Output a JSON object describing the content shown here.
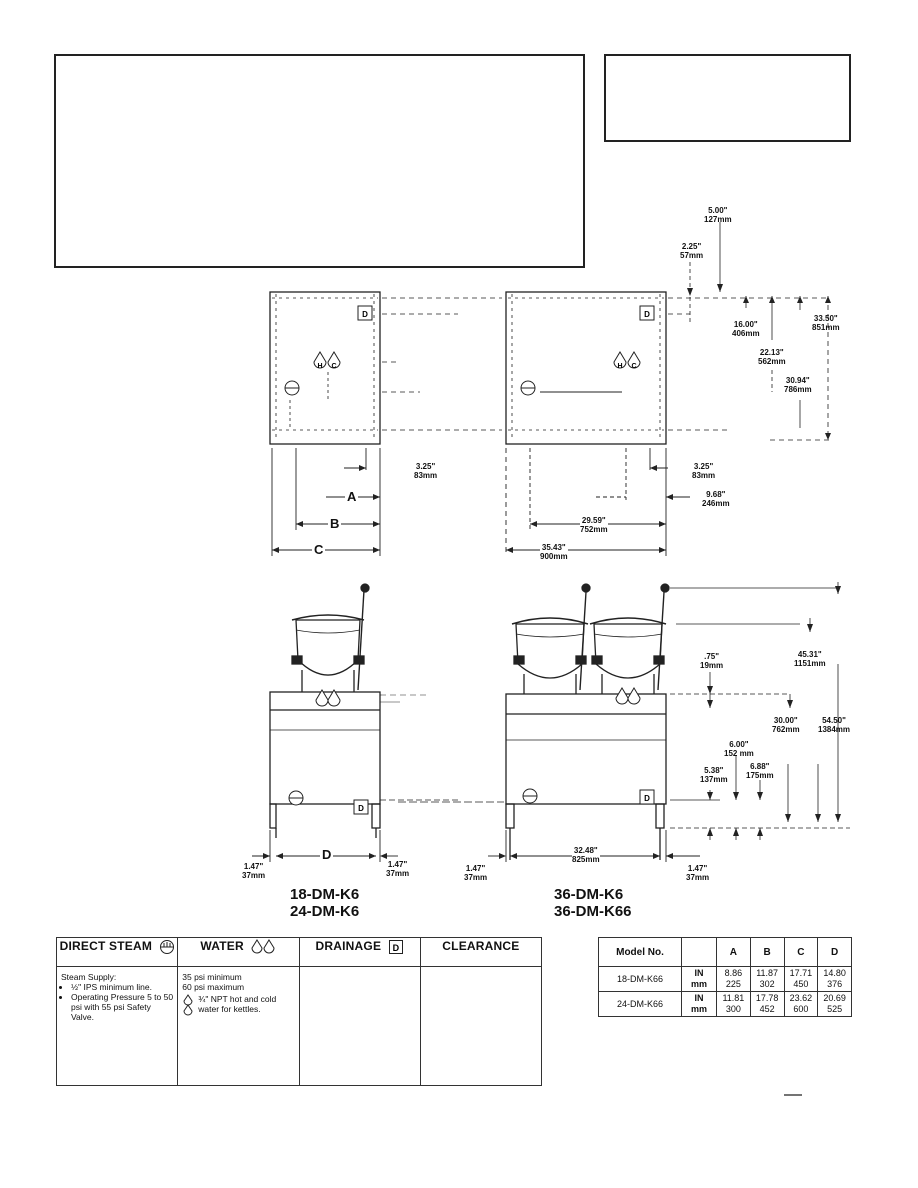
{
  "page": {
    "dimensions_top": {
      "top_5": {
        "in": "5.00\"",
        "mm": "127mm"
      },
      "top_2": {
        "in": "2.25\"",
        "mm": "57mm"
      },
      "top_16": {
        "in": "16.00\"",
        "mm": "406mm"
      },
      "top_33": {
        "in": "33.50\"",
        "mm": "851mm"
      },
      "top_22": {
        "in": "22.13\"",
        "mm": "562mm"
      },
      "top_30": {
        "in": "30.94\"",
        "mm": "786mm"
      },
      "left_325": {
        "in": "3.25\"",
        "mm": "83mm"
      },
      "right_325": {
        "in": "3.25\"",
        "mm": "83mm"
      },
      "right_968": {
        "in": "9.68\"",
        "mm": "246mm"
      },
      "right_2959": {
        "in": "29.59\"",
        "mm": "752mm"
      },
      "right_3543": {
        "in": "35.43\"",
        "mm": "900mm"
      }
    },
    "dimensions_bottom": {
      "d_075": {
        "in": ".75\"",
        "mm": "19mm"
      },
      "d_4531": {
        "in": "45.31\"",
        "mm": "1151mm"
      },
      "d_3000": {
        "in": "30.00\"",
        "mm": "762mm"
      },
      "d_5450": {
        "in": "54.50\"",
        "mm": "1384mm"
      },
      "d_600": {
        "in": "6.00\"",
        "mm": "152 mm"
      },
      "d_538": {
        "in": "5.38\"",
        "mm": "137mm"
      },
      "d_688": {
        "in": "6.88\"",
        "mm": "175mm"
      },
      "d_3248": {
        "in": "32.48\"",
        "mm": "825mm"
      },
      "foot_1": {
        "in": "1.47\"",
        "mm": "37mm"
      },
      "foot_2": {
        "in": "1.47\"",
        "mm": "37mm"
      },
      "foot_3": {
        "in": "1.47\"",
        "mm": "37mm"
      },
      "foot_4": {
        "in": "1.47\"",
        "mm": "37mm"
      }
    },
    "letters": {
      "a": "A",
      "b": "B",
      "c": "C",
      "d": "D"
    },
    "icon_letters": {
      "steam": "ST",
      "drain": "D",
      "hot": "H",
      "cold": "C"
    },
    "models_left": [
      "18-DM-K6",
      "24-DM-K6"
    ],
    "models_right": [
      "36-DM-K6",
      "36-DM-K66"
    ],
    "specs": {
      "headers": {
        "steam": "DIRECT STEAM",
        "water": "WATER",
        "drainage": "DRAINAGE",
        "clearance": "CLEARANCE"
      },
      "steam": {
        "title": "Steam Supply:",
        "items": [
          "½\" IPS minimum line.",
          "Operating Pressure 5 to 50 psi with 55 psi Safety Valve."
        ]
      },
      "water": {
        "lines": [
          "35 psi minimum",
          "60 psi maximum"
        ],
        "note": "¾\" NPT hot and cold water for kettles."
      }
    },
    "dim_table": {
      "headers": [
        "Model No.",
        "",
        "A",
        "B",
        "C",
        "D"
      ],
      "rows": [
        {
          "model": "18-DM-K66",
          "units": [
            "IN",
            "mm"
          ],
          "A": [
            "8.86",
            "225"
          ],
          "B": [
            "11.87",
            "302"
          ],
          "C": [
            "17.71",
            "450"
          ],
          "D": [
            "14.80",
            "376"
          ]
        },
        {
          "model": "24-DM-K66",
          "units": [
            "IN",
            "mm"
          ],
          "A": [
            "11.81",
            "300"
          ],
          "B": [
            "17.78",
            "452"
          ],
          "C": [
            "23.62",
            "600"
          ],
          "D": [
            "20.69",
            "525"
          ]
        }
      ]
    }
  }
}
